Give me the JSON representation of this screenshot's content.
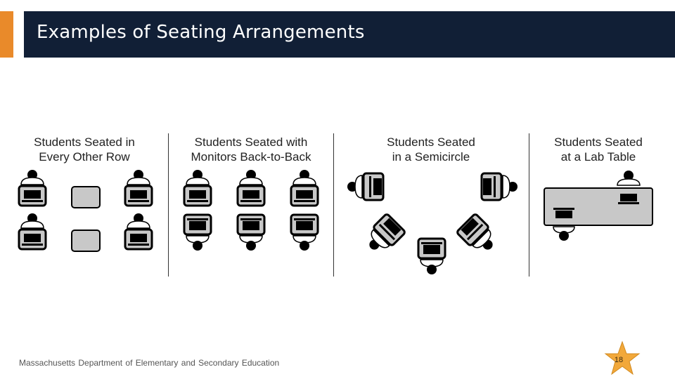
{
  "slide": {
    "title": "Examples of Seating Arrangements",
    "footer": "Massachusetts Department of Elementary and Secondary Education",
    "page_number": "18"
  },
  "panels": [
    {
      "caption_line1": "Students Seated in",
      "caption_line2": "Every Other Row"
    },
    {
      "caption_line1": "Students Seated with",
      "caption_line2": "Monitors Back-to-Back"
    },
    {
      "caption_line1": "Students Seated",
      "caption_line2": "in a Semicircle"
    },
    {
      "caption_line1": "Students Seated",
      "caption_line2": "at a Lab Table"
    }
  ],
  "colors": {
    "title_bar": "#111f36",
    "accent": "#e98a2a",
    "desk": "#c8c8c8",
    "star": "#f2a83a"
  }
}
